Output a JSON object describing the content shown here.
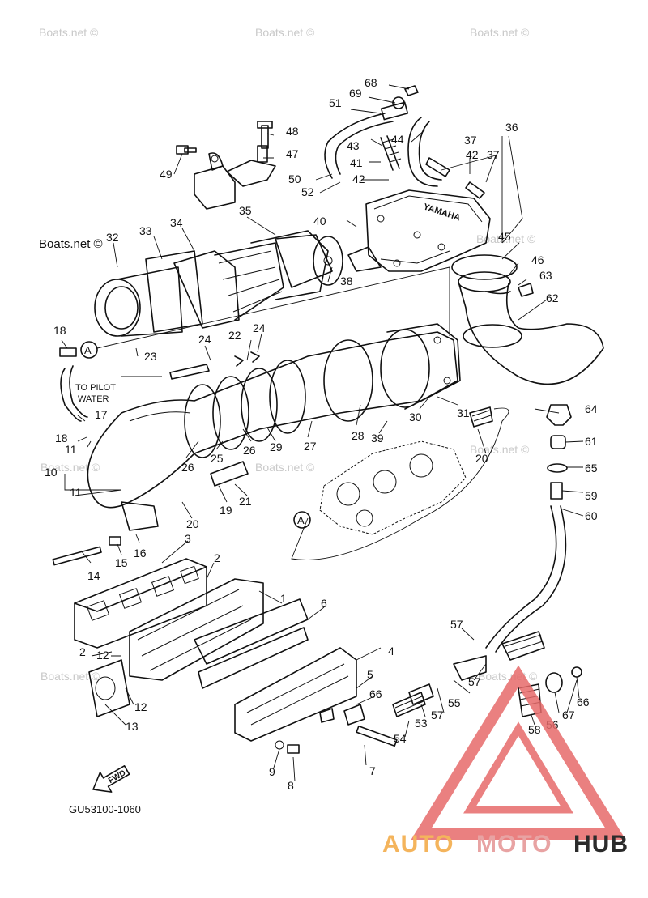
{
  "watermark": {
    "text": "Boats.net ©",
    "labeled_text": "Boats.net ©"
  },
  "notes": {
    "pilot_line1": "TO PILOT",
    "pilot_line2": "WATER",
    "fwd": "FWD",
    "ref_marker": "A",
    "diagram_code": "GU53100-1060",
    "engine_brand_stamp": "YAMAHA"
  },
  "logo": {
    "part1": "AUTO",
    "part2": "MOTO",
    "part3": "HUB",
    "colors": {
      "auto": "#f4b45c",
      "moto": "#e8a3a3",
      "hub": "#2b2b2b",
      "triangle": "#e66a6a"
    }
  },
  "callouts": [
    "1",
    "2",
    "2",
    "3",
    "4",
    "5",
    "6",
    "7",
    "8",
    "9",
    "10",
    "11",
    "11",
    "12",
    "12",
    "13",
    "14",
    "15",
    "16",
    "17",
    "18",
    "18",
    "19",
    "20",
    "20",
    "21",
    "22",
    "23",
    "24",
    "24",
    "25",
    "26",
    "26",
    "27",
    "28",
    "29",
    "30",
    "31",
    "32",
    "33",
    "34",
    "35",
    "36",
    "37",
    "37",
    "38",
    "39",
    "40",
    "41",
    "42",
    "42",
    "43",
    "44",
    "45",
    "46",
    "47",
    "48",
    "49",
    "50",
    "51",
    "52",
    "53",
    "54",
    "55",
    "56",
    "57",
    "57",
    "57",
    "58",
    "59",
    "60",
    "61",
    "62",
    "63",
    "64",
    "65",
    "66",
    "66",
    "67",
    "68",
    "69"
  ]
}
